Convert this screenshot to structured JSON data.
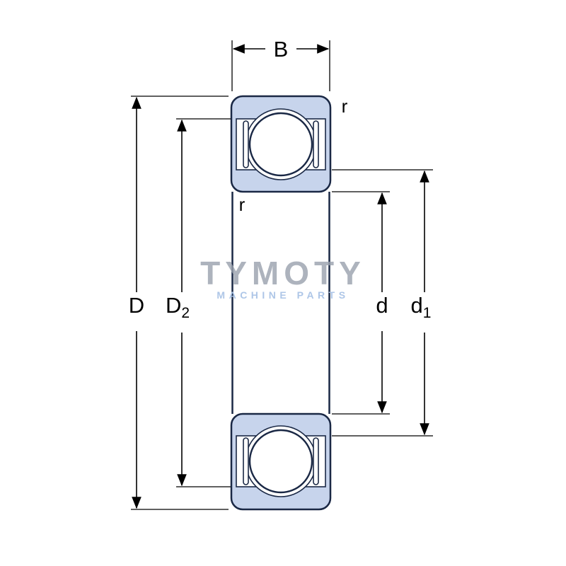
{
  "watermark": {
    "title": "TYMOTY",
    "subtitle": "MACHINE PARTS"
  },
  "labels": {
    "width": "B",
    "radius_outer": "r",
    "radius_inner": "r",
    "outer_diameter": "D",
    "recess_diameter": {
      "base": "D",
      "sub": "2"
    },
    "bore_diameter": "d",
    "shoulder_diameter": {
      "base": "d",
      "sub": "1"
    }
  },
  "colors": {
    "section_fill": "#c7d4ec",
    "section_outline": "#1a2845",
    "dimension_line": "#000000",
    "watermark_title": "#99a1ad",
    "watermark_subtitle": "#aac4e6"
  }
}
